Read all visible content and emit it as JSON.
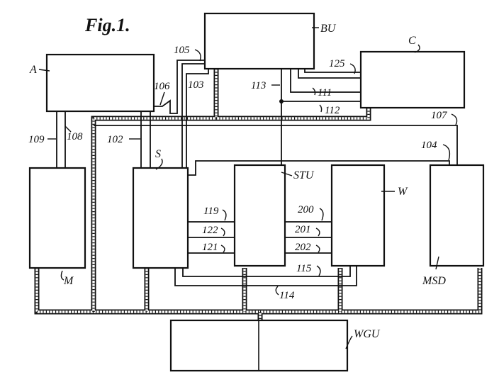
{
  "figure": {
    "title": "Fig.1."
  },
  "blocks": {
    "A": "A",
    "BU": "BU",
    "C": "C",
    "S": "S",
    "STU": "STU",
    "W": "W",
    "M": "M",
    "MSD": "MSD",
    "WGU": "WGU"
  },
  "refs": {
    "r102": "102",
    "r103": "103",
    "r104": "104",
    "r105": "105",
    "r106": "106",
    "r107": "107",
    "r108": "108",
    "r109": "109",
    "r111": "111",
    "r112": "112",
    "r113": "113",
    "r114": "114",
    "r115": "115",
    "r119": "119",
    "r121": "121",
    "r122": "122",
    "r125": "125",
    "r200": "200",
    "r201": "201",
    "r202": "202"
  }
}
